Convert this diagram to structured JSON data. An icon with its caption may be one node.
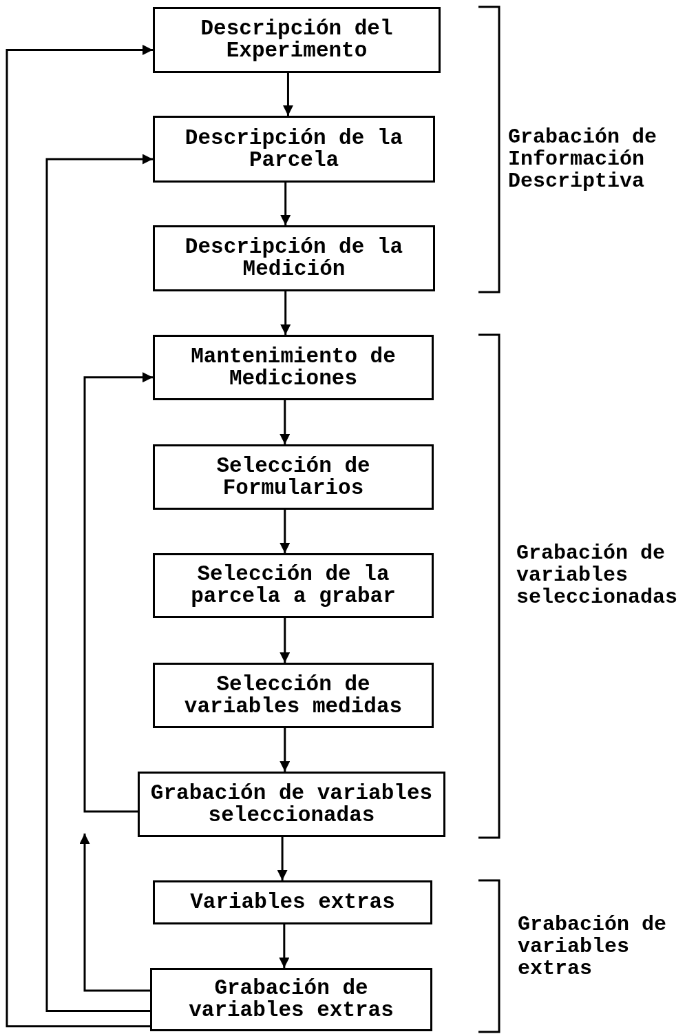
{
  "diagram": {
    "nodes": [
      {
        "text": [
          "Descripción del Experimento"
        ]
      },
      {
        "text": [
          "Descripción de la Parcela"
        ]
      },
      {
        "text": [
          "Descripción de la Medición"
        ]
      },
      {
        "text": [
          "Mantenimiento de Mediciones"
        ]
      },
      {
        "text": [
          "Selección de Formularios"
        ]
      },
      {
        "text": [
          "Selección de la parcela a grabar"
        ]
      },
      {
        "text": [
          "Selección de variables medidas"
        ]
      },
      {
        "text": [
          "Grabación de variables seleccionadas"
        ]
      },
      {
        "text": [
          "Variables extras"
        ]
      },
      {
        "text": [
          "Grabación de variables extras"
        ]
      }
    ],
    "edges": [
      {
        "from": 0,
        "to": 1,
        "arrow": "to"
      },
      {
        "from": 1,
        "to": 2,
        "arrow": "to"
      },
      {
        "from": 2,
        "to": 3,
        "arrow": "to"
      },
      {
        "from": 3,
        "to": 4,
        "arrow": "to"
      },
      {
        "from": 4,
        "to": 5,
        "arrow": "to"
      },
      {
        "from": 5,
        "to": 6,
        "arrow": "to"
      },
      {
        "from": 6,
        "to": 7,
        "arrow": "to"
      },
      {
        "from": 7,
        "to": 8,
        "arrow": "to"
      },
      {
        "from": 8,
        "to": 9,
        "arrow": "to"
      },
      {
        "from": 7,
        "to": 3,
        "arrow": "to"
      },
      {
        "from": 9,
        "to": null,
        "arrow": "to"
      },
      {
        "from": 9,
        "to": 1,
        "arrow": "to"
      },
      {
        "from": 9,
        "to": 0,
        "arrow": "to"
      }
    ],
    "labels": [
      "Grabación de Información Descriptiva",
      "Grabación de variables seleccionadas",
      "Grabación de variables extras"
    ]
  }
}
